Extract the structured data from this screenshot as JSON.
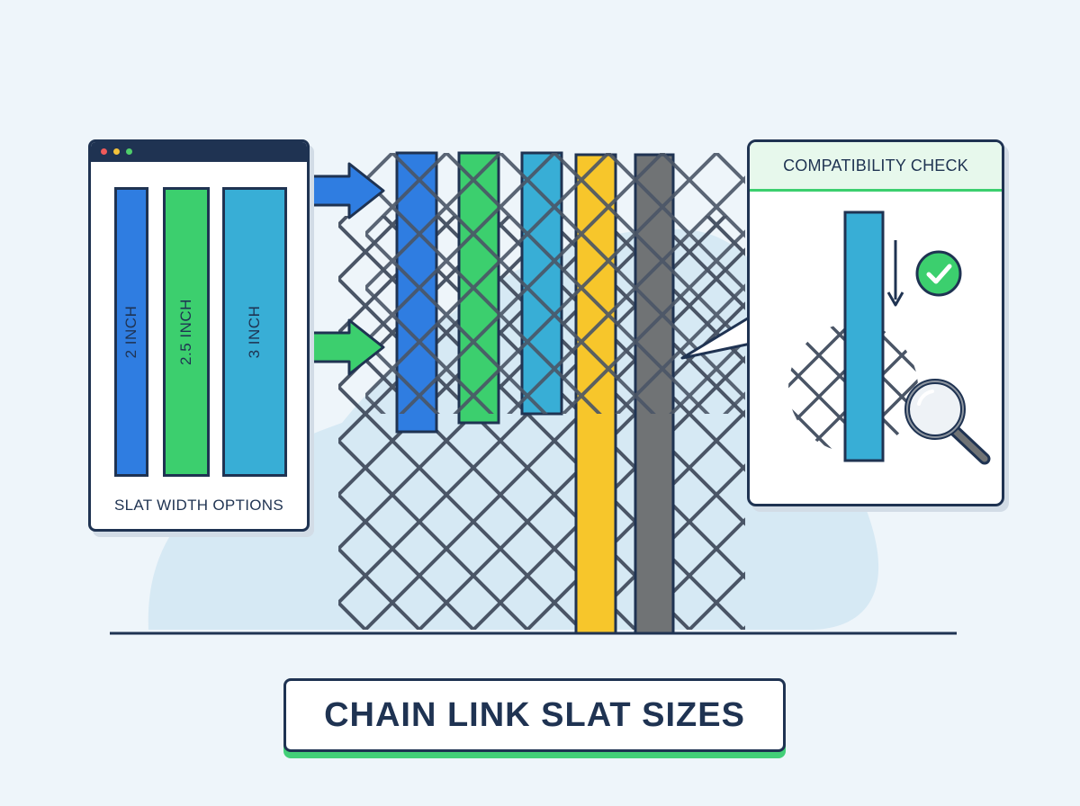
{
  "slat_options": {
    "caption": "SLAT WIDTH OPTIONS",
    "slats": [
      {
        "label": "2 INCH",
        "color": "#2f7de1"
      },
      {
        "label": "2.5 INCH",
        "color": "#3ccf6e"
      },
      {
        "label": "3 INCH",
        "color": "#38aed6"
      }
    ]
  },
  "compatibility": {
    "title": "COMPATIBILITY CHECK",
    "status": "compatible"
  },
  "fence": {
    "slat_colors": [
      "#2f7de1",
      "#3ccf6e",
      "#38aed6",
      "#f7c62b",
      "#707375"
    ]
  },
  "diagram_title": "CHAIN LINK SLAT SIZES",
  "colors": {
    "outline": "#1f3352",
    "mesh": "#4a5566",
    "accent_green": "#3ccf6e",
    "accent_blue": "#2f7de1",
    "background": "#eef5fa"
  }
}
